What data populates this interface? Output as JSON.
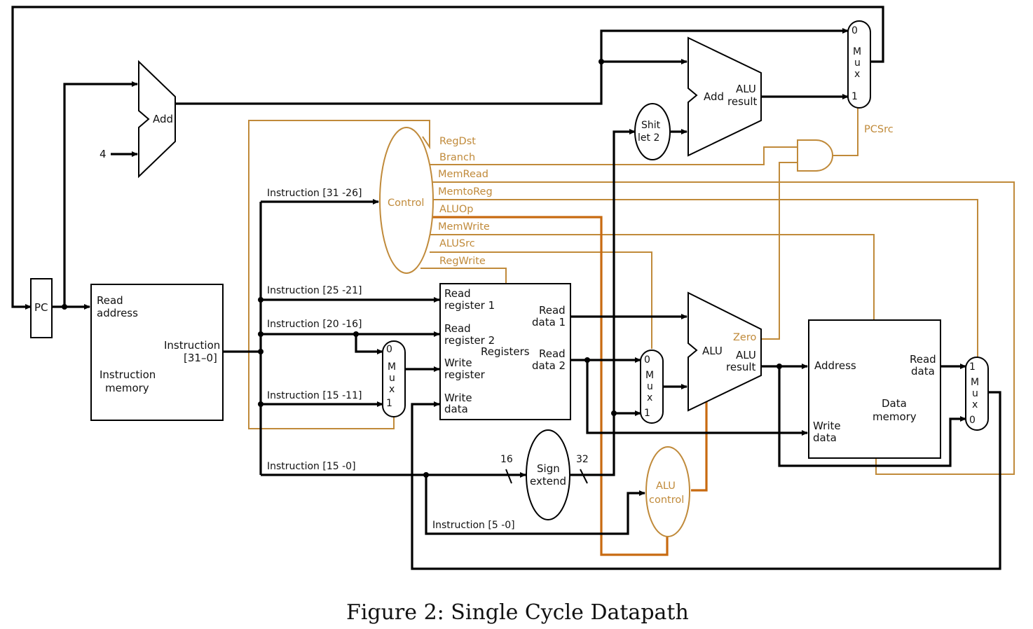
{
  "colors": {
    "control": "#c08a3a",
    "control_thick": "#c86a10",
    "wire": "#000000"
  },
  "blocks": {
    "pc": "PC",
    "add_pc": "Add",
    "const_four": "4",
    "add_branch": "Add",
    "add_branch_alu": "ALU",
    "add_branch_result": "result",
    "mux_top": [
      "0",
      "M",
      "u",
      "x",
      "1"
    ],
    "shift_left": [
      "Shit",
      "let 2"
    ],
    "control": "Control",
    "instr_mem_read": [
      "Read",
      "address"
    ],
    "instr_mem_instruction": [
      "Instruction",
      "[31–0]"
    ],
    "instr_mem_name": [
      "Instruction",
      "memory"
    ],
    "reg_read1": [
      "Read",
      "register 1"
    ],
    "reg_read2": [
      "Read",
      "register 2"
    ],
    "reg_write_reg": [
      "Write",
      "register"
    ],
    "reg_write_data": [
      "Write",
      "data"
    ],
    "reg_name": "Registers",
    "reg_out1": [
      "Read",
      "data 1"
    ],
    "reg_out2": [
      "Read",
      "data 2"
    ],
    "mux_reg": [
      "0",
      "M",
      "u",
      "x",
      "1"
    ],
    "mux_alu": [
      "0",
      "M",
      "u",
      "x",
      "1"
    ],
    "mux_mem": [
      "1",
      "M",
      "u",
      "x",
      "0"
    ],
    "alu": "ALU",
    "alu_zero": "Zero",
    "alu_result": [
      "ALU",
      "result"
    ],
    "alu_control": [
      "ALU",
      "control"
    ],
    "sign_extend": [
      "Sign",
      "extend"
    ],
    "bits_16": "16",
    "bits_32": "32",
    "dm_address": "Address",
    "dm_read": [
      "Read",
      "data"
    ],
    "dm_write": [
      "Write",
      "data"
    ],
    "dm_name": [
      "Data",
      "memory"
    ]
  },
  "signals": {
    "regdst": "RegDst",
    "branch": "Branch",
    "memread": "MemRead",
    "memtoreg": "MemtoReg",
    "aluop": "ALUOp",
    "memwrite": "MemWrite",
    "alusrc": "ALUSrc",
    "regwrite": "RegWrite",
    "pcsrc": "PCSrc"
  },
  "instr_fields": {
    "f31_26": "Instruction [31 -26]",
    "f25_21": "Instruction [25 -21]",
    "f20_16": "Instruction [20 -16]",
    "f15_11": "Instruction [15 -11]",
    "f15_0": "Instruction [15 -0]",
    "f5_0": "Instruction [5 -0]"
  },
  "caption": "Figure 2: Single Cycle Datapath"
}
